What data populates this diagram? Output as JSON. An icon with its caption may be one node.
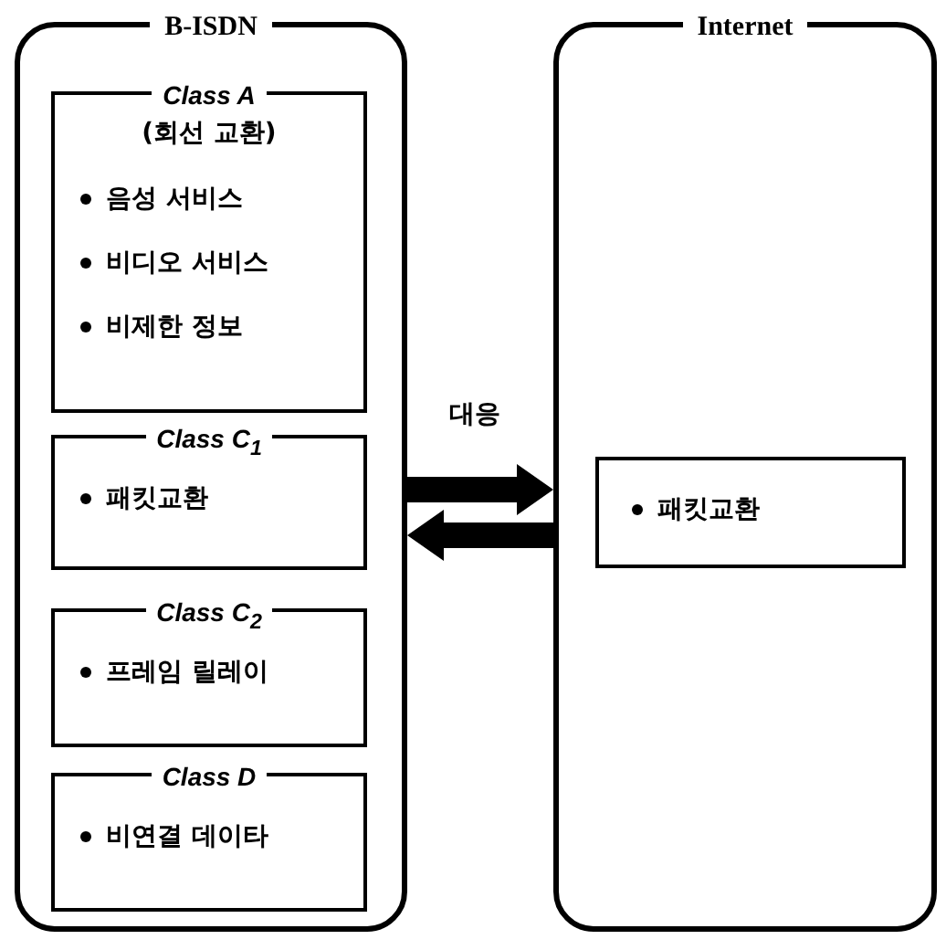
{
  "diagram": {
    "nodes": [
      {
        "text": [
          "B-ISDN"
        ]
      },
      {
        "text": [
          "Class A",
          "(회선 교환)",
          "음성 서비스",
          "비디오 서비스",
          "비제한 정보"
        ],
        "in": 0
      },
      {
        "text": [
          "Class C$_{1}$",
          "패킷교환"
        ],
        "in": 0
      },
      {
        "text": [
          "Class C$_{2}$",
          "프레임 릴레이"
        ],
        "in": 0
      },
      {
        "text": [
          "Class D",
          "비연결 데이타"
        ],
        "in": 0
      },
      {
        "text": [
          "Internet"
        ]
      },
      {
        "text": [
          "패킷교환"
        ],
        "in": 5
      }
    ],
    "edges": [
      {
        "from": 0,
        "to": 5,
        "arrow": "to",
        "label": "대응"
      },
      {
        "from": 5,
        "to": 0,
        "arrow": "to"
      }
    ]
  }
}
